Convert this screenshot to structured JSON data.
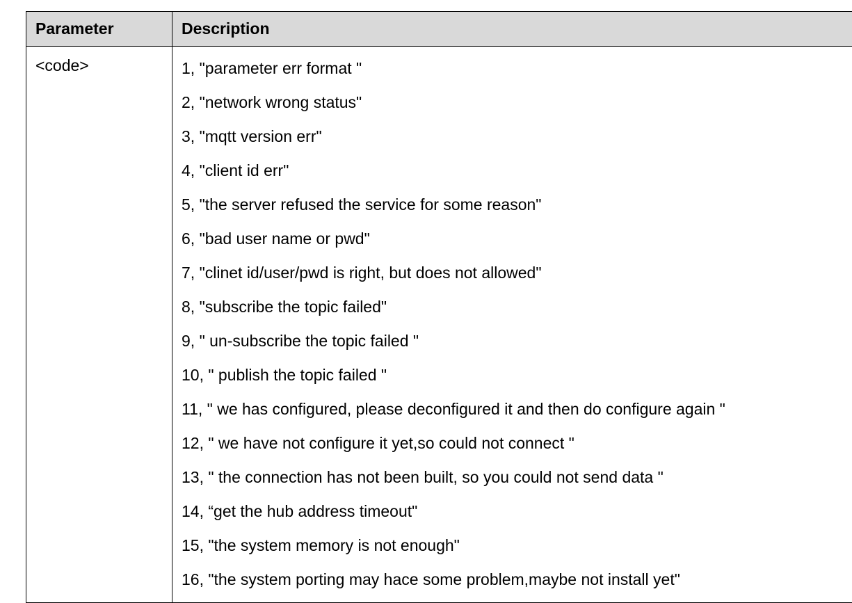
{
  "table": {
    "headers": {
      "parameter": "Parameter",
      "description": "Description"
    },
    "rows": [
      {
        "parameter": "<code>",
        "descriptions": [
          "1, \"parameter err format \"",
          "2, \"network wrong status\"",
          "3, \"mqtt version err\"",
          "4, \"client id err\"",
          "5, \"the server refused the service for some reason\"",
          "6, \"bad user name or pwd\"",
          "7, \"clinet id/user/pwd is right, but does not allowed\"",
          "8, \"subscribe the topic failed\"",
          "9, \" un-subscribe the topic failed \"",
          "10, \" publish the topic failed \"",
          "11, \" we has configured, please deconfigured it and then do configure again \"",
          "12, \" we have not configure it yet,so could not connect \"",
          "13, \" the connection has not been built, so you could not send data \"",
          "14, “get the hub address timeout\"",
          "15, \"the system memory is not enough\"",
          "16, \"the system porting may hace some problem,maybe not install yet\""
        ]
      }
    ]
  }
}
